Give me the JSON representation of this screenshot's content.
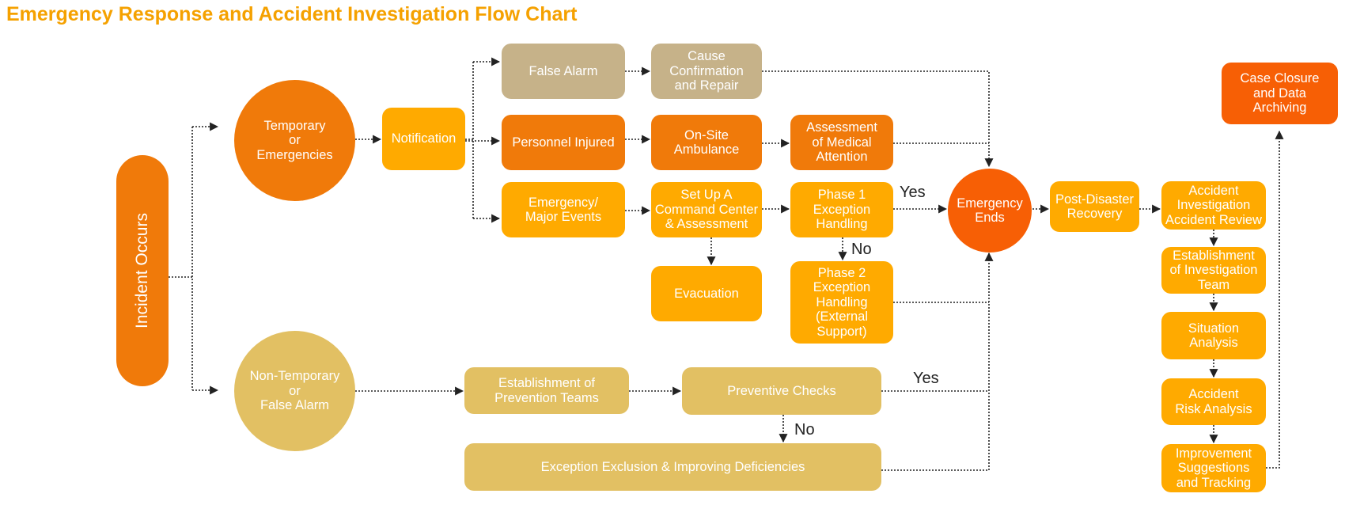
{
  "title": "Emergency Response and Accident Investigation Flow Chart",
  "nodes": {
    "incident_occurs": "Incident Occurs",
    "temporary": "Temporary\nor\nEmergencies",
    "non_temporary": "Non-Temporary\nor\nFalse Alarm",
    "notification": "Notification",
    "false_alarm": "False Alarm",
    "cause_confirmation": "Cause\nConfirmation\nand Repair",
    "personnel_injured": "Personnel Injured",
    "on_site_ambulance": "On-Site\nAmbulance",
    "assessment_medical": "Assessment\nof Medical\nAttention",
    "emergency_major": "Emergency/\nMajor Events",
    "command_center": "Set Up A\nCommand Center\n& Assessment",
    "phase1": "Phase 1\nException\nHandling",
    "evacuation": "Evacuation",
    "phase2": "Phase 2\nException\nHandling\n(External\nSupport)",
    "emergency_ends": "Emergency\nEnds",
    "post_disaster": "Post-Disaster\nRecovery",
    "accident_review": "Accident\nInvestigation\nAccident Review",
    "investigation_team": "Establishment\nof Investigation\nTeam",
    "situation_analysis": "Situation\nAnalysis",
    "risk_analysis": "Accident\nRisk Analysis",
    "improvement": "Improvement\nSuggestions\nand Tracking",
    "case_closure": "Case Closure\nand Data\nArchiving",
    "prevention_teams": "Establishment of\nPrevention Teams",
    "preventive_checks": "Preventive Checks",
    "exception_exclusion": "Exception Exclusion & Improving Deficiencies"
  },
  "labels": {
    "yes_phase1": "Yes",
    "no_phase1": "No",
    "yes_checks": "Yes",
    "no_checks": "No"
  },
  "colors": {
    "title": "#F5A100",
    "tan": "#C6B289",
    "orange": "#F07A0A",
    "amber": "#FFAA00",
    "gold": "#E2C063",
    "red_orange": "#F75F05",
    "connector": "#222222"
  }
}
